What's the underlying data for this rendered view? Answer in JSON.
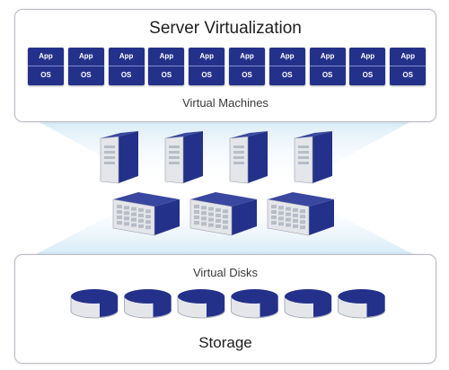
{
  "top": {
    "title": "Server Virtualization",
    "subtitle": "Virtual Machines",
    "vms": [
      {
        "app": "App",
        "os": "OS"
      },
      {
        "app": "App",
        "os": "OS"
      },
      {
        "app": "App",
        "os": "OS"
      },
      {
        "app": "App",
        "os": "OS"
      },
      {
        "app": "App",
        "os": "OS"
      },
      {
        "app": "App",
        "os": "OS"
      },
      {
        "app": "App",
        "os": "OS"
      },
      {
        "app": "App",
        "os": "OS"
      },
      {
        "app": "App",
        "os": "OS"
      },
      {
        "app": "App",
        "os": "OS"
      }
    ]
  },
  "bottom": {
    "label": "Virtual Disks",
    "title": "Storage",
    "disk_count": 6
  },
  "hardware": {
    "tower_server_count": 4,
    "rack_server_count": 3
  },
  "colors": {
    "navy": "#24318a",
    "panel_border": "#b9bcc3",
    "light_blue_glow": "#cfe6f4"
  }
}
